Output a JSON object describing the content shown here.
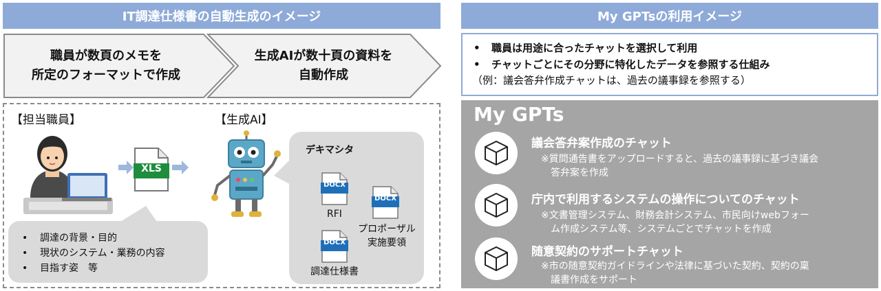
{
  "left_header": "IT調達仕様書の自動生成のイメージ",
  "right_header": "My GPTsの利用イメージ",
  "chevrons": [
    {
      "line1": "職員が数頁のメモを",
      "line2": "所定のフォーマットで作成"
    },
    {
      "line1": "生成AIが数十頁の資料を",
      "line2": "自動作成"
    }
  ],
  "staff": {
    "label": "【担当職員】",
    "file_label": "XLS",
    "items": [
      "調達の背景・目的",
      "現状のシステム・業務の内容",
      "目指す姿　等"
    ]
  },
  "ai": {
    "label": "【生成AI】",
    "done": "デキマシタ",
    "doc_badge": "DOCX",
    "docs": [
      "RFI",
      "プロポーザル実施要領",
      "調達仕様書"
    ],
    "doc_lines": {
      "proposal_1": "プロポーザル",
      "proposal_2": "実施要領"
    }
  },
  "right_top": {
    "bullets": [
      "職員は用途に合ったチャットを選択して利用",
      "チャットごとにその分野に特化したデータを参照する仕組み"
    ],
    "example": "（例：議会答弁作成チャットは、過去の議事録を参照する）"
  },
  "mygpts": {
    "title": "My GPTs",
    "chats": [
      {
        "title": "議会答弁案作成のチャット",
        "desc1": "※質問通告書をアップロードすると、過去の議事録に基づき議会",
        "desc2": "答弁案を作成"
      },
      {
        "title": "庁内で利用するシステムの操作についてのチャット",
        "desc1": "※文書管理システム、財務会計システム、市民向けwebフォー",
        "desc2": "ム作成システム等、システムごとでチャットを作成"
      },
      {
        "title": "随意契約のサポートチャット",
        "desc1": "※市の随意契約ガイドラインや法律に基づいた契約、契約の稟",
        "desc2": "議書作成をサポート"
      }
    ]
  },
  "colors": {
    "header": "#8eaad8",
    "panel": "#a5a5a5",
    "bubble": "#dadada",
    "xls_green": "#1e8e3e",
    "docx_blue": "#1f6fb8"
  }
}
